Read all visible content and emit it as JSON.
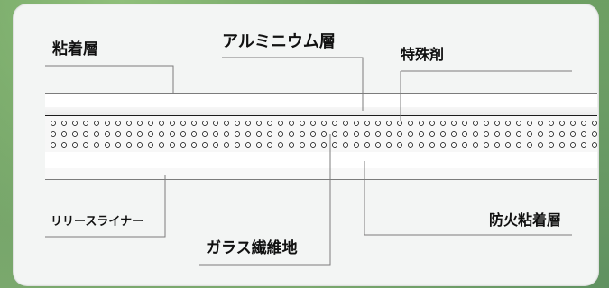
{
  "labels": {
    "adhesive_layer": "粘着層",
    "aluminum_layer": "アルミニウム層",
    "special_agent": "特殊剤",
    "release_liner": "リリースライナー",
    "fire_resistant_adhesive_layer": "防火粘着層",
    "glass_fiber_base": "ガラス繊維地"
  },
  "colors": {
    "background": "#76a36a",
    "panel": "#f3f5f4",
    "line": "#7c7c7c",
    "text": "#111111"
  }
}
